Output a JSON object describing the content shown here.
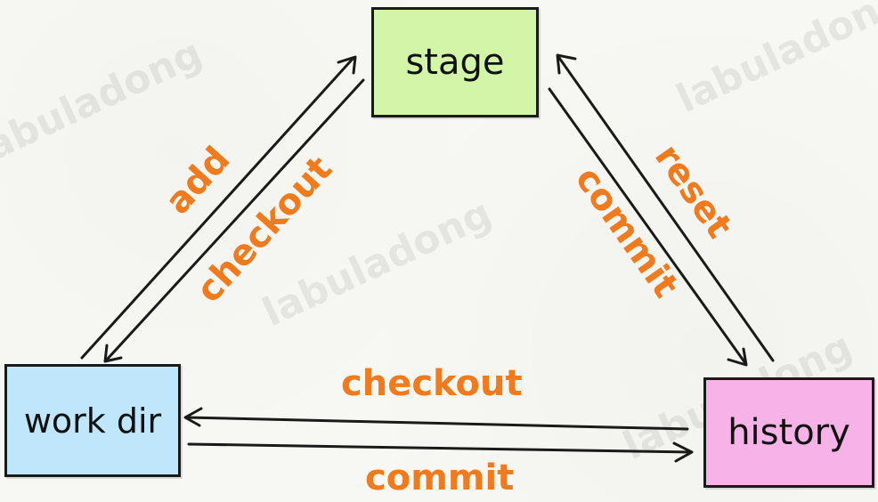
{
  "watermark": "labuladong",
  "nodes": {
    "stage": {
      "label": "stage",
      "color": "#d2f5a8"
    },
    "workdir": {
      "label": "work dir",
      "color": "#bfe6fb"
    },
    "history": {
      "label": "history",
      "color": "#f7b2e8"
    }
  },
  "edges": {
    "add": "add",
    "checkout_left": "checkout",
    "commit_right": "commit",
    "reset": "reset",
    "checkout_bottom": "checkout",
    "commit_bottom": "commit"
  },
  "colors": {
    "arrow": "#1a1a1a",
    "label": "#f07a1c"
  }
}
